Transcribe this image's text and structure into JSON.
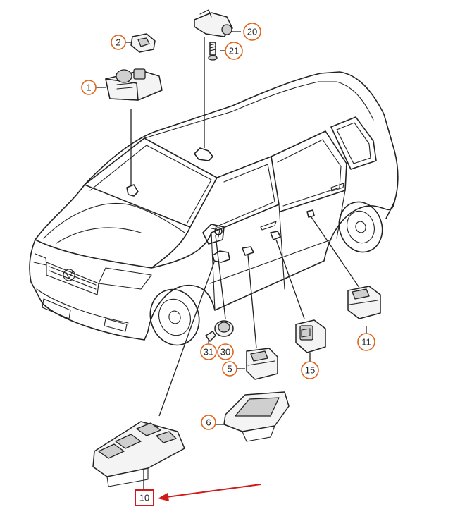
{
  "callouts": {
    "c1": "1",
    "c2": "2",
    "c5": "5",
    "c6": "6",
    "c10": "10",
    "c11": "11",
    "c15": "15",
    "c20": "20",
    "c21": "21",
    "c30": "30",
    "c31": "31"
  },
  "highlight": {
    "part": "10",
    "color": "#d11a1a"
  },
  "colors": {
    "callout_ring": "#e0631b",
    "line": "#222222",
    "background": "#ffffff"
  }
}
